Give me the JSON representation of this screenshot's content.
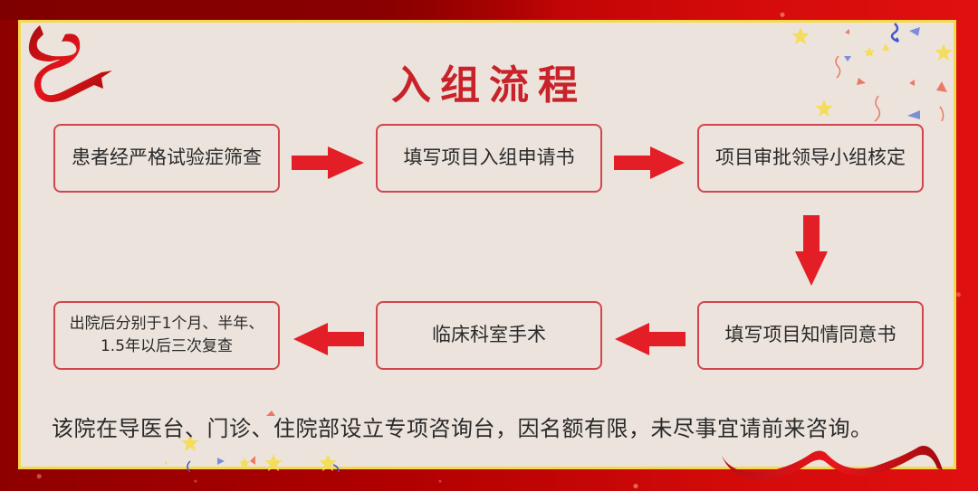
{
  "title": "入组流程",
  "steps": [
    {
      "id": 1,
      "label": "患者经严格试验症筛查"
    },
    {
      "id": 2,
      "label": "填写项目入组申请书"
    },
    {
      "id": 3,
      "label": "项目审批领导小组核定"
    },
    {
      "id": 4,
      "label": "填写项目知情同意书"
    },
    {
      "id": 5,
      "label": "临床科室手术"
    },
    {
      "id": 6,
      "label_line1": "出院后分别于1个月、半年、",
      "label_line2": "1.5年以后三次复查"
    }
  ],
  "arrows": [
    {
      "from": 1,
      "to": 2,
      "direction": "right"
    },
    {
      "from": 2,
      "to": 3,
      "direction": "right"
    },
    {
      "from": 3,
      "to": 4,
      "direction": "down"
    },
    {
      "from": 4,
      "to": 5,
      "direction": "left"
    },
    {
      "from": 5,
      "to": 6,
      "direction": "left"
    }
  ],
  "footer": "该院在导医台、门诊、住院部设立专项咨询台，因名额有限，未尽事宜请前来咨询。",
  "colors": {
    "frame_red": "#c40a0a",
    "frame_dark": "#8a0000",
    "panel_bg": "#ece4dc",
    "panel_border": "#f5d94a",
    "accent_red": "#e31e26",
    "box_border": "#d2454c",
    "title_red": "#c8222a",
    "text": "#2a2a2a"
  }
}
